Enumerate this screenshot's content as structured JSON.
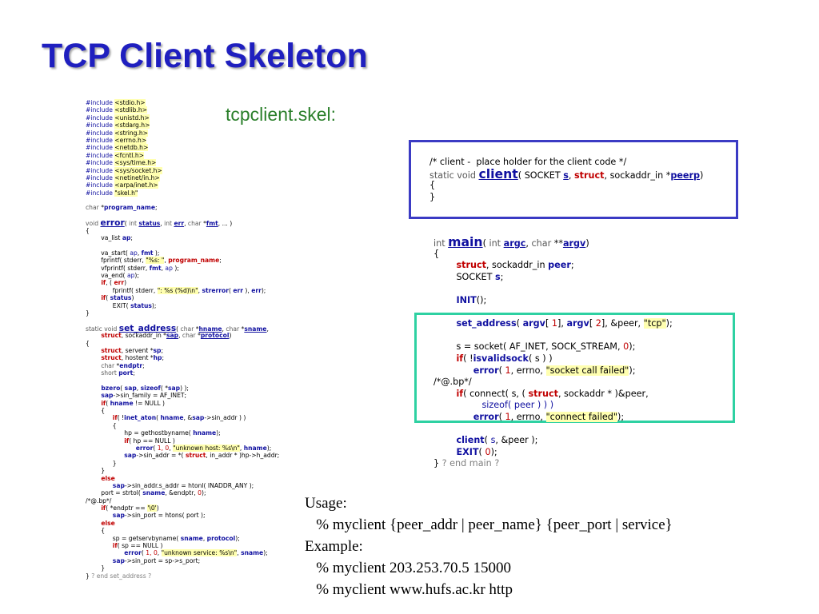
{
  "slide": {
    "title": "TCP Client Skeleton",
    "subtitle": "tcpclient.skel:"
  },
  "left_code": [
    [
      [
        "mac",
        "#include "
      ],
      [
        "hl",
        "<stdio.h>"
      ]
    ],
    [
      [
        "mac",
        "#include "
      ],
      [
        "hl",
        "<stdlib.h>"
      ]
    ],
    [
      [
        "mac",
        "#include "
      ],
      [
        "hl",
        "<unistd.h>"
      ]
    ],
    [
      [
        "mac",
        "#include "
      ],
      [
        "hl",
        "<stdarg.h>"
      ]
    ],
    [
      [
        "mac",
        "#include "
      ],
      [
        "hl",
        "<string.h>"
      ]
    ],
    [
      [
        "mac",
        "#include "
      ],
      [
        "hl",
        "<errno.h>"
      ]
    ],
    [
      [
        "mac",
        "#include "
      ],
      [
        "hl",
        "<netdb.h>"
      ]
    ],
    [
      [
        "mac",
        "#include "
      ],
      [
        "hl",
        "<fcntl.h>"
      ]
    ],
    [
      [
        "mac",
        "#include "
      ],
      [
        "hl",
        "<sys/time.h>"
      ]
    ],
    [
      [
        "mac",
        "#include "
      ],
      [
        "hl",
        "<sys/socket.h>"
      ]
    ],
    [
      [
        "mac",
        "#include "
      ],
      [
        "hl",
        "<netinet/in.h>"
      ]
    ],
    [
      [
        "mac",
        "#include "
      ],
      [
        "hl",
        "<arpa/inet.h>"
      ]
    ],
    [
      [
        "mac",
        "#include "
      ],
      [
        "hl",
        "\"skel.h\""
      ]
    ],
    [],
    [
      [
        "ty",
        "char "
      ],
      [
        "",
        "*"
      ],
      [
        "fn",
        "program_name"
      ],
      [
        "",
        ";"
      ]
    ],
    [],
    [
      [
        "ty",
        "void "
      ],
      [
        "ttl",
        "error"
      ],
      [
        "",
        "( "
      ],
      [
        "ty",
        "int "
      ],
      [
        "id",
        "status"
      ],
      [
        "",
        ", "
      ],
      [
        "ty",
        "int "
      ],
      [
        "id",
        "err"
      ],
      [
        "",
        ", "
      ],
      [
        "ty",
        "char "
      ],
      [
        "",
        "*"
      ],
      [
        "id",
        "fmt"
      ],
      [
        "",
        ", ... )"
      ]
    ],
    [
      [
        "",
        "{"
      ]
    ],
    [
      [
        "",
        "        va_list "
      ],
      [
        "fn",
        "ap"
      ],
      [
        "",
        ";"
      ]
    ],
    [],
    [
      [
        "",
        "        va_start( "
      ],
      [
        "mac",
        "ap"
      ],
      [
        "",
        ", "
      ],
      [
        "fn",
        "fmt"
      ],
      [
        "",
        " );"
      ]
    ],
    [
      [
        "",
        "        fprintf( stderr, "
      ],
      [
        "hl",
        "\"%s: \""
      ],
      [
        "",
        ", "
      ],
      [
        "kw",
        "program_name"
      ],
      [
        "",
        ";"
      ]
    ],
    [
      [
        "",
        "        vfprintf( stderr, "
      ],
      [
        "fn",
        "fmt"
      ],
      [
        "",
        ", "
      ],
      [
        "mac",
        "ap"
      ],
      [
        "",
        " );"
      ]
    ],
    [
      [
        "",
        "        va_end( "
      ],
      [
        "mac",
        "ap"
      ],
      [
        "",
        ");"
      ]
    ],
    [
      [
        "",
        "        "
      ],
      [
        "kw",
        "if"
      ],
      [
        "",
        ", ( "
      ],
      [
        "kw",
        "err"
      ],
      [
        "",
        ")"
      ]
    ],
    [
      [
        "",
        "              fprintf( stderr, "
      ],
      [
        "hl",
        "\": %s (%d)\\n\""
      ],
      [
        "",
        ", "
      ],
      [
        "fn",
        "strerror"
      ],
      [
        "",
        "( "
      ],
      [
        "fn",
        "err"
      ],
      [
        "",
        " ), "
      ],
      [
        "fn",
        "err"
      ],
      [
        "",
        ");"
      ]
    ],
    [
      [
        "",
        "        "
      ],
      [
        "kw",
        "if"
      ],
      [
        "",
        "( "
      ],
      [
        "fn",
        "status"
      ],
      [
        "",
        ")"
      ]
    ],
    [
      [
        "",
        "              EXIT( "
      ],
      [
        "fn",
        "status"
      ],
      [
        "",
        ");"
      ]
    ],
    [
      [
        "",
        "}"
      ]
    ],
    [],
    [
      [
        "ty",
        "static void "
      ],
      [
        "ttl",
        "set_address"
      ],
      [
        "",
        "( "
      ],
      [
        "ty",
        "char "
      ],
      [
        "",
        "*"
      ],
      [
        "id",
        "hname"
      ],
      [
        "",
        ", "
      ],
      [
        "ty",
        "char "
      ],
      [
        "",
        "*"
      ],
      [
        "id",
        "sname"
      ],
      [
        "",
        ","
      ]
    ],
    [
      [
        "",
        "        "
      ],
      [
        "kw",
        "struct"
      ],
      [
        "",
        ", sockaddr_in *"
      ],
      [
        "id",
        "sap"
      ],
      [
        "",
        ", "
      ],
      [
        "ty",
        "char "
      ],
      [
        "",
        "*"
      ],
      [
        "id",
        "protocol"
      ],
      [
        "",
        ")"
      ]
    ],
    [
      [
        "",
        "{"
      ]
    ],
    [
      [
        "",
        "        "
      ],
      [
        "kw",
        "struct"
      ],
      [
        "",
        ", servent *"
      ],
      [
        "fn",
        "sp"
      ],
      [
        "",
        ";"
      ]
    ],
    [
      [
        "",
        "        "
      ],
      [
        "kw",
        "struct"
      ],
      [
        "",
        ", hostent *"
      ],
      [
        "fn",
        "hp"
      ],
      [
        "",
        ";"
      ]
    ],
    [
      [
        "",
        "        "
      ],
      [
        "ty",
        "char "
      ],
      [
        "",
        "*"
      ],
      [
        "fn",
        "endptr"
      ],
      [
        "",
        ";"
      ]
    ],
    [
      [
        "",
        "        "
      ],
      [
        "ty",
        "short "
      ],
      [
        "fn",
        "port"
      ],
      [
        "",
        ";"
      ]
    ],
    [],
    [
      [
        "",
        "        "
      ],
      [
        "fn",
        "bzero"
      ],
      [
        "",
        "( "
      ],
      [
        "fn",
        "sap"
      ],
      [
        "",
        ", "
      ],
      [
        "fn",
        "sizeof"
      ],
      [
        "",
        "( *"
      ],
      [
        "fn",
        "sap"
      ],
      [
        "",
        ") );"
      ]
    ],
    [
      [
        "",
        "        "
      ],
      [
        "fn",
        "sap"
      ],
      [
        "",
        "->sin_family = AF_INET;"
      ]
    ],
    [
      [
        "",
        "        "
      ],
      [
        "kw",
        "if"
      ],
      [
        "",
        "( "
      ],
      [
        "fn",
        "hname"
      ],
      [
        "",
        " != NULL )"
      ]
    ],
    [
      [
        "",
        "        {"
      ]
    ],
    [
      [
        "",
        "              "
      ],
      [
        "kw",
        "if"
      ],
      [
        "",
        "( !"
      ],
      [
        "fn",
        "inet_aton"
      ],
      [
        "",
        "( "
      ],
      [
        "fn",
        "hname"
      ],
      [
        "",
        ", &"
      ],
      [
        "fn",
        "sap"
      ],
      [
        "",
        "->sin_addr ) )"
      ]
    ],
    [
      [
        "",
        "              {"
      ]
    ],
    [
      [
        "",
        "                    hp = gethostbyname( "
      ],
      [
        "fn",
        "hname"
      ],
      [
        "",
        ");"
      ]
    ],
    [
      [
        "",
        "                    "
      ],
      [
        "kw",
        "if"
      ],
      [
        "",
        "( hp == NULL )"
      ]
    ],
    [
      [
        "",
        "                          "
      ],
      [
        "fn",
        "error"
      ],
      [
        "",
        "( "
      ],
      [
        "num",
        "1, 0"
      ],
      [
        "",
        ", "
      ],
      [
        "hl",
        "\"unknown host: %s\\n\""
      ],
      [
        "",
        ", "
      ],
      [
        "fn",
        "hname"
      ],
      [
        "",
        ");"
      ]
    ],
    [
      [
        "",
        "                    "
      ],
      [
        "fn",
        "sap"
      ],
      [
        "",
        "->sin_addr = *( "
      ],
      [
        "kw",
        "struct"
      ],
      [
        "",
        ", in_addr * )hp->h_addr;"
      ]
    ],
    [
      [
        "",
        "              }"
      ]
    ],
    [
      [
        "",
        "        }"
      ]
    ],
    [
      [
        "",
        "        "
      ],
      [
        "kw",
        "else"
      ]
    ],
    [
      [
        "",
        "              "
      ],
      [
        "fn",
        "sap"
      ],
      [
        "",
        "->sin_addr.s_addr = htonl( INADDR_ANY );"
      ]
    ],
    [
      [
        "",
        "        port = strtol( "
      ],
      [
        "fn",
        "sname"
      ],
      [
        "",
        ", &endptr, "
      ],
      [
        "num",
        "0"
      ],
      [
        "",
        ");"
      ]
    ],
    [
      [
        "",
        "/*@.bp*/"
      ]
    ],
    [
      [
        "",
        "        "
      ],
      [
        "kw",
        "if"
      ],
      [
        "",
        "( *endptr == "
      ],
      [
        "hl",
        "'\\0'"
      ],
      [
        "",
        ")"
      ]
    ],
    [
      [
        "",
        "              "
      ],
      [
        "fn",
        "sap"
      ],
      [
        "",
        "->sin_port = htons( port );"
      ]
    ],
    [
      [
        "",
        "        "
      ],
      [
        "kw",
        "else"
      ]
    ],
    [
      [
        "",
        "        {"
      ]
    ],
    [
      [
        "",
        "              sp = getservbyname( "
      ],
      [
        "fn",
        "sname"
      ],
      [
        "",
        ", "
      ],
      [
        "fn",
        "protocol"
      ],
      [
        "",
        ");"
      ]
    ],
    [
      [
        "",
        "              "
      ],
      [
        "kw",
        "if"
      ],
      [
        "",
        "( sp == NULL )"
      ]
    ],
    [
      [
        "",
        "                    "
      ],
      [
        "fn",
        "error"
      ],
      [
        "",
        "( "
      ],
      [
        "num",
        "1, 0"
      ],
      [
        "",
        ", "
      ],
      [
        "hl",
        "\"unknown service: %s\\n\""
      ],
      [
        "",
        ", "
      ],
      [
        "fn",
        "sname"
      ],
      [
        "",
        ");"
      ]
    ],
    [
      [
        "",
        "              "
      ],
      [
        "fn",
        "sap"
      ],
      [
        "",
        "->sin_port = sp->s_port;"
      ]
    ],
    [
      [
        "",
        "        }"
      ]
    ],
    [
      [
        "",
        "}"
      ],
      [
        "cmt",
        " ? end set_address ?"
      ]
    ]
  ],
  "client_code": [
    [
      [
        "",
        "/* client -  place holder for the client code */"
      ]
    ],
    [
      [
        "ty",
        "static void "
      ],
      [
        "ttl",
        "client"
      ],
      [
        "",
        "( SOCKET "
      ],
      [
        "id",
        "s"
      ],
      [
        "",
        ", "
      ],
      [
        "kw",
        "struct"
      ],
      [
        "",
        ", sockaddr_in *"
      ],
      [
        "id",
        "peerp"
      ],
      [
        "",
        ")"
      ]
    ],
    [
      [
        "",
        "{"
      ]
    ],
    [
      [
        "",
        "}"
      ]
    ]
  ],
  "main_code": [
    [
      [
        "ty",
        "int "
      ],
      [
        "ttl",
        "main"
      ],
      [
        "",
        "( "
      ],
      [
        "ty",
        "int "
      ],
      [
        "id",
        "argc"
      ],
      [
        "",
        ", "
      ],
      [
        "ty",
        "char "
      ],
      [
        "",
        "**"
      ],
      [
        "id",
        "argv"
      ],
      [
        "",
        ")"
      ]
    ],
    [
      [
        "",
        "{"
      ]
    ],
    [
      [
        "",
        "        "
      ],
      [
        "kw",
        "struct"
      ],
      [
        "",
        ", sockaddr_in "
      ],
      [
        "fn",
        "peer"
      ],
      [
        "",
        ";"
      ]
    ],
    [
      [
        "",
        "        SOCKET "
      ],
      [
        "fn",
        "s"
      ],
      [
        "",
        ";"
      ]
    ],
    [],
    [
      [
        "",
        "        "
      ],
      [
        "fn",
        "INIT"
      ],
      [
        "",
        "();"
      ]
    ],
    [],
    [
      [
        "",
        "        "
      ],
      [
        "fn",
        "set_address"
      ],
      [
        "",
        "( "
      ],
      [
        "fn",
        "argv"
      ],
      [
        "",
        "[ "
      ],
      [
        "num",
        "1"
      ],
      [
        "",
        "], "
      ],
      [
        "fn",
        "argv"
      ],
      [
        "",
        "[ "
      ],
      [
        "num",
        "2"
      ],
      [
        "",
        "], &peer, "
      ],
      [
        "hl",
        "\"tcp\""
      ],
      [
        "",
        ");"
      ]
    ],
    [],
    [
      [
        "",
        "        s = socket( AF_INET, SOCK_STREAM, "
      ],
      [
        "num",
        "0"
      ],
      [
        "",
        ");"
      ]
    ],
    [
      [
        "",
        "        "
      ],
      [
        "kw",
        "if"
      ],
      [
        "",
        "( !"
      ],
      [
        "fn",
        "isvalidsock"
      ],
      [
        "",
        "( s ) )"
      ]
    ],
    [
      [
        "",
        "              "
      ],
      [
        "fn",
        "error"
      ],
      [
        "",
        "( "
      ],
      [
        "num",
        "1"
      ],
      [
        "",
        ", errno, "
      ],
      [
        "hl",
        "\"socket call failed\""
      ],
      [
        "",
        ");"
      ]
    ],
    [
      [
        "",
        "/*@.bp*/"
      ]
    ],
    [
      [
        "",
        "        "
      ],
      [
        "kw",
        "if"
      ],
      [
        "",
        "( connect( s, ( "
      ],
      [
        "kw",
        "struct"
      ],
      [
        "",
        ", sockaddr * )&peer,"
      ]
    ],
    [
      [
        "",
        "                 "
      ],
      [
        "mac",
        "sizeof( peer ) ) )"
      ]
    ],
    [
      [
        "",
        "              "
      ],
      [
        "fn",
        "error"
      ],
      [
        "",
        "( "
      ],
      [
        "num",
        "1"
      ],
      [
        "",
        ", errno, "
      ],
      [
        "hl",
        "\"connect failed\""
      ],
      [
        "",
        ");"
      ]
    ],
    [],
    [
      [
        "",
        "        "
      ],
      [
        "fn",
        "client"
      ],
      [
        "",
        "( "
      ],
      [
        "mac",
        "s"
      ],
      [
        "",
        ", &peer );"
      ]
    ],
    [
      [
        "",
        "        "
      ],
      [
        "fn",
        "EXIT"
      ],
      [
        "",
        "( "
      ],
      [
        "num",
        "0"
      ],
      [
        "",
        ");"
      ]
    ],
    [
      [
        "",
        "}"
      ],
      [
        "cmt",
        " ? end main ?"
      ]
    ]
  ],
  "usage": {
    "lines": [
      "Usage:",
      "   % myclient {peer_addr | peer_name} {peer_port | service}",
      "Example:",
      "   % myclient 203.253.70.5 15000",
      "   % myclient www.hufs.ac.kr http"
    ]
  }
}
